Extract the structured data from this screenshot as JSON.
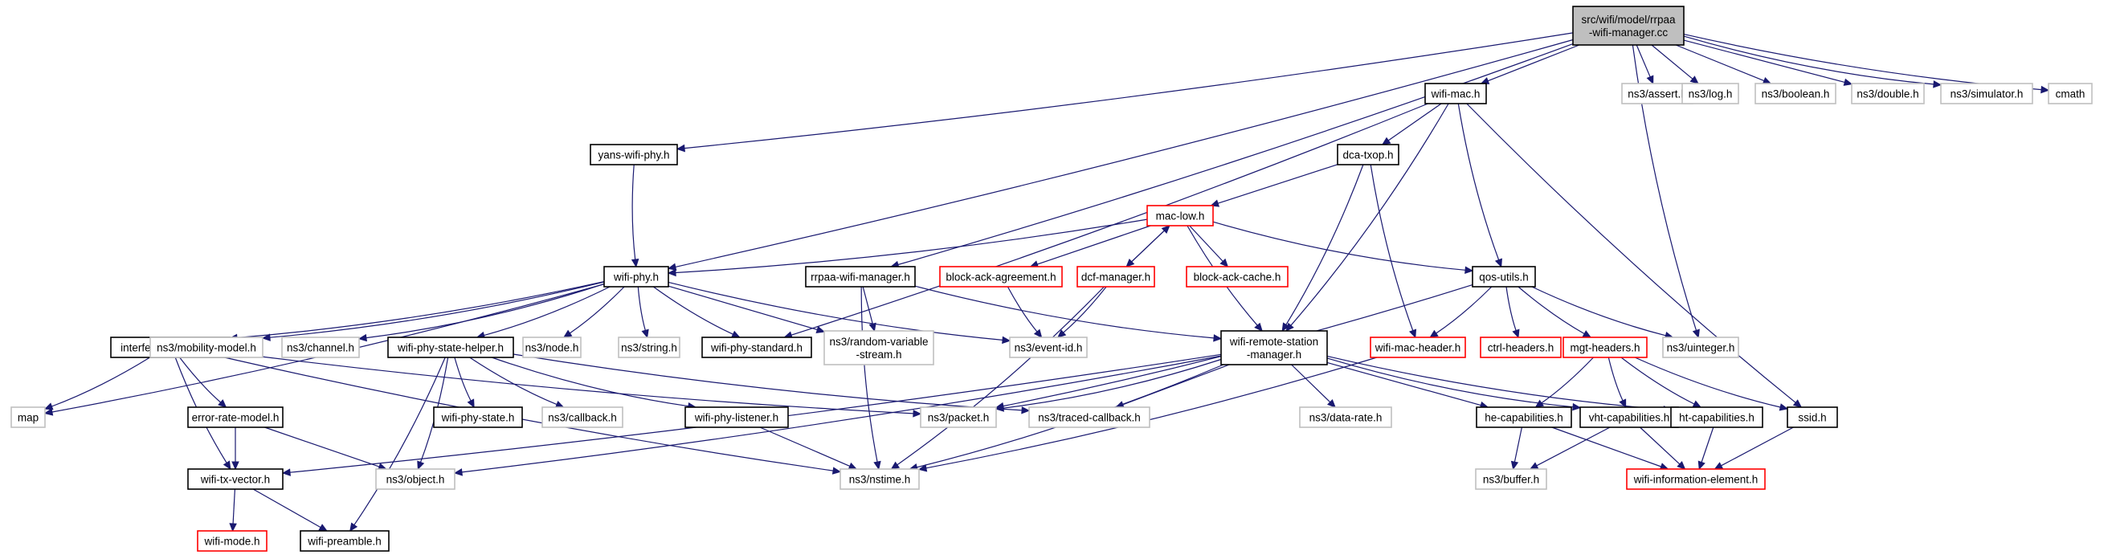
{
  "diagram": {
    "type": "include-dependency-graph",
    "colors": {
      "edge": "#191970",
      "normal_border": "#000000",
      "missing_border": "#bfbfbf",
      "truncated_border": "#ff0000",
      "root_fill": "#bfbfbf"
    },
    "nodes": [
      {
        "id": "root",
        "lines": [
          "src/wifi/model/rrpaa",
          "-wifi-manager.cc"
        ],
        "style": "root"
      },
      {
        "id": "yans_wifi_phy",
        "lines": [
          "yans-wifi-phy.h"
        ],
        "style": "normal"
      },
      {
        "id": "wifi_mac",
        "lines": [
          "wifi-mac.h"
        ],
        "style": "normal"
      },
      {
        "id": "assert",
        "lines": [
          "ns3/assert.h"
        ],
        "style": "missing"
      },
      {
        "id": "log",
        "lines": [
          "ns3/log.h"
        ],
        "style": "missing"
      },
      {
        "id": "boolean",
        "lines": [
          "ns3/boolean.h"
        ],
        "style": "missing"
      },
      {
        "id": "double",
        "lines": [
          "ns3/double.h"
        ],
        "style": "missing"
      },
      {
        "id": "simulator",
        "lines": [
          "ns3/simulator.h"
        ],
        "style": "missing"
      },
      {
        "id": "cmath",
        "lines": [
          "cmath"
        ],
        "style": "missing"
      },
      {
        "id": "dca_txop",
        "lines": [
          "dca-txop.h"
        ],
        "style": "normal"
      },
      {
        "id": "mac_low",
        "lines": [
          "mac-low.h"
        ],
        "style": "truncated"
      },
      {
        "id": "wifi_phy",
        "lines": [
          "wifi-phy.h"
        ],
        "style": "normal"
      },
      {
        "id": "rrpaa_mgr",
        "lines": [
          "rrpaa-wifi-manager.h"
        ],
        "style": "normal"
      },
      {
        "id": "block_ack_agr",
        "lines": [
          "block-ack-agreement.h"
        ],
        "style": "truncated"
      },
      {
        "id": "dcf_manager",
        "lines": [
          "dcf-manager.h"
        ],
        "style": "truncated"
      },
      {
        "id": "block_ack_cache",
        "lines": [
          "block-ack-cache.h"
        ],
        "style": "truncated"
      },
      {
        "id": "qos_utils",
        "lines": [
          "qos-utils.h"
        ],
        "style": "normal"
      },
      {
        "id": "interference",
        "lines": [
          "interference-helper.h"
        ],
        "style": "normal"
      },
      {
        "id": "mobility",
        "lines": [
          "ns3/mobility-model.h"
        ],
        "style": "missing"
      },
      {
        "id": "channel",
        "lines": [
          "ns3/channel.h"
        ],
        "style": "missing"
      },
      {
        "id": "phy_state_helper",
        "lines": [
          "wifi-phy-state-helper.h"
        ],
        "style": "normal"
      },
      {
        "id": "node",
        "lines": [
          "ns3/node.h"
        ],
        "style": "missing"
      },
      {
        "id": "string",
        "lines": [
          "ns3/string.h"
        ],
        "style": "missing"
      },
      {
        "id": "phy_standard",
        "lines": [
          "wifi-phy-standard.h"
        ],
        "style": "normal"
      },
      {
        "id": "random_var",
        "lines": [
          "ns3/random-variable",
          "-stream.h"
        ],
        "style": "missing"
      },
      {
        "id": "event_id",
        "lines": [
          "ns3/event-id.h"
        ],
        "style": "missing"
      },
      {
        "id": "remote_station",
        "lines": [
          "wifi-remote-station",
          "-manager.h"
        ],
        "style": "normal"
      },
      {
        "id": "mac_header",
        "lines": [
          "wifi-mac-header.h"
        ],
        "style": "truncated"
      },
      {
        "id": "ctrl_headers",
        "lines": [
          "ctrl-headers.h"
        ],
        "style": "truncated"
      },
      {
        "id": "mgt_headers",
        "lines": [
          "mgt-headers.h"
        ],
        "style": "truncated"
      },
      {
        "id": "uinteger",
        "lines": [
          "ns3/uinteger.h"
        ],
        "style": "missing"
      },
      {
        "id": "map",
        "lines": [
          "map"
        ],
        "style": "missing"
      },
      {
        "id": "error_rate",
        "lines": [
          "error-rate-model.h"
        ],
        "style": "normal"
      },
      {
        "id": "phy_state",
        "lines": [
          "wifi-phy-state.h"
        ],
        "style": "normal"
      },
      {
        "id": "callback",
        "lines": [
          "ns3/callback.h"
        ],
        "style": "missing"
      },
      {
        "id": "phy_listener",
        "lines": [
          "wifi-phy-listener.h"
        ],
        "style": "normal"
      },
      {
        "id": "packet",
        "lines": [
          "ns3/packet.h"
        ],
        "style": "missing"
      },
      {
        "id": "traced_cb",
        "lines": [
          "ns3/traced-callback.h"
        ],
        "style": "missing"
      },
      {
        "id": "data_rate",
        "lines": [
          "ns3/data-rate.h"
        ],
        "style": "missing"
      },
      {
        "id": "he_cap",
        "lines": [
          "he-capabilities.h"
        ],
        "style": "normal"
      },
      {
        "id": "vht_cap",
        "lines": [
          "vht-capabilities.h"
        ],
        "style": "normal"
      },
      {
        "id": "ht_cap",
        "lines": [
          "ht-capabilities.h"
        ],
        "style": "normal"
      },
      {
        "id": "ssid",
        "lines": [
          "ssid.h"
        ],
        "style": "normal"
      },
      {
        "id": "tx_vector",
        "lines": [
          "wifi-tx-vector.h"
        ],
        "style": "normal"
      },
      {
        "id": "object",
        "lines": [
          "ns3/object.h"
        ],
        "style": "missing"
      },
      {
        "id": "nstime",
        "lines": [
          "ns3/nstime.h"
        ],
        "style": "missing"
      },
      {
        "id": "buffer",
        "lines": [
          "ns3/buffer.h"
        ],
        "style": "missing"
      },
      {
        "id": "info_elem",
        "lines": [
          "wifi-information-element.h"
        ],
        "style": "truncated"
      },
      {
        "id": "wifi_mode",
        "lines": [
          "wifi-mode.h"
        ],
        "style": "truncated"
      },
      {
        "id": "preamble",
        "lines": [
          "wifi-preamble.h"
        ],
        "style": "normal"
      }
    ],
    "edges": [
      [
        "root",
        "yans_wifi_phy"
      ],
      [
        "root",
        "wifi_mac"
      ],
      [
        "root",
        "assert"
      ],
      [
        "root",
        "log"
      ],
      [
        "root",
        "boolean"
      ],
      [
        "root",
        "double"
      ],
      [
        "root",
        "simulator"
      ],
      [
        "root",
        "cmath"
      ],
      [
        "root",
        "wifi_phy"
      ],
      [
        "root",
        "rrpaa_mgr"
      ],
      [
        "root",
        "uinteger"
      ],
      [
        "yans_wifi_phy",
        "wifi_phy"
      ],
      [
        "wifi_mac",
        "dca_txop"
      ],
      [
        "wifi_mac",
        "phy_standard"
      ],
      [
        "wifi_mac",
        "qos_utils"
      ],
      [
        "wifi_mac",
        "remote_station"
      ],
      [
        "wifi_mac",
        "ssid"
      ],
      [
        "dca_txop",
        "mac_low"
      ],
      [
        "dca_txop",
        "remote_station"
      ],
      [
        "dca_txop",
        "mac_header"
      ],
      [
        "mac_low",
        "wifi_phy"
      ],
      [
        "mac_low",
        "block_ack_agr"
      ],
      [
        "mac_low",
        "dcf_manager"
      ],
      [
        "mac_low",
        "block_ack_cache"
      ],
      [
        "mac_low",
        "qos_utils"
      ],
      [
        "mac_low",
        "remote_station"
      ],
      [
        "dcf_manager",
        "mac_low"
      ],
      [
        "dcf_manager",
        "event_id"
      ],
      [
        "dcf_manager",
        "nstime"
      ],
      [
        "block_ack_agr",
        "event_id"
      ],
      [
        "wifi_phy",
        "interference"
      ],
      [
        "wifi_phy",
        "mobility"
      ],
      [
        "wifi_phy",
        "channel"
      ],
      [
        "wifi_phy",
        "phy_state_helper"
      ],
      [
        "wifi_phy",
        "node"
      ],
      [
        "wifi_phy",
        "string"
      ],
      [
        "wifi_phy",
        "phy_standard"
      ],
      [
        "wifi_phy",
        "random_var"
      ],
      [
        "wifi_phy",
        "event_id"
      ],
      [
        "wifi_phy",
        "map"
      ],
      [
        "rrpaa_mgr",
        "random_var"
      ],
      [
        "rrpaa_mgr",
        "remote_station"
      ],
      [
        "rrpaa_mgr",
        "nstime"
      ],
      [
        "qos_utils",
        "mac_header"
      ],
      [
        "qos_utils",
        "ctrl_headers"
      ],
      [
        "qos_utils",
        "mgt_headers"
      ],
      [
        "qos_utils",
        "uinteger"
      ],
      [
        "qos_utils",
        "packet"
      ],
      [
        "interference",
        "map"
      ],
      [
        "interference",
        "error_rate"
      ],
      [
        "interference",
        "tx_vector"
      ],
      [
        "interference",
        "packet"
      ],
      [
        "interference",
        "nstime"
      ],
      [
        "phy_state_helper",
        "phy_state"
      ],
      [
        "phy_state_helper",
        "callback"
      ],
      [
        "phy_state_helper",
        "phy_listener"
      ],
      [
        "phy_state_helper",
        "object"
      ],
      [
        "phy_state_helper",
        "preamble"
      ],
      [
        "phy_state_helper",
        "traced_cb"
      ],
      [
        "phy_listener",
        "nstime"
      ],
      [
        "error_rate",
        "tx_vector"
      ],
      [
        "error_rate",
        "object"
      ],
      [
        "tx_vector",
        "wifi_mode"
      ],
      [
        "tx_vector",
        "preamble"
      ],
      [
        "remote_station",
        "packet"
      ],
      [
        "remote_station",
        "traced_cb"
      ],
      [
        "remote_station",
        "data_rate"
      ],
      [
        "remote_station",
        "he_cap"
      ],
      [
        "remote_station",
        "vht_cap"
      ],
      [
        "remote_station",
        "ht_cap"
      ],
      [
        "remote_station",
        "tx_vector"
      ],
      [
        "remote_station",
        "object"
      ],
      [
        "remote_station",
        "nstime"
      ],
      [
        "mac_header",
        "nstime"
      ],
      [
        "mgt_headers",
        "he_cap"
      ],
      [
        "mgt_headers",
        "vht_cap"
      ],
      [
        "mgt_headers",
        "ht_cap"
      ],
      [
        "mgt_headers",
        "ssid"
      ],
      [
        "he_cap",
        "buffer"
      ],
      [
        "he_cap",
        "info_elem"
      ],
      [
        "vht_cap",
        "buffer"
      ],
      [
        "vht_cap",
        "info_elem"
      ],
      [
        "ht_cap",
        "info_elem"
      ],
      [
        "ssid",
        "info_elem"
      ]
    ]
  }
}
